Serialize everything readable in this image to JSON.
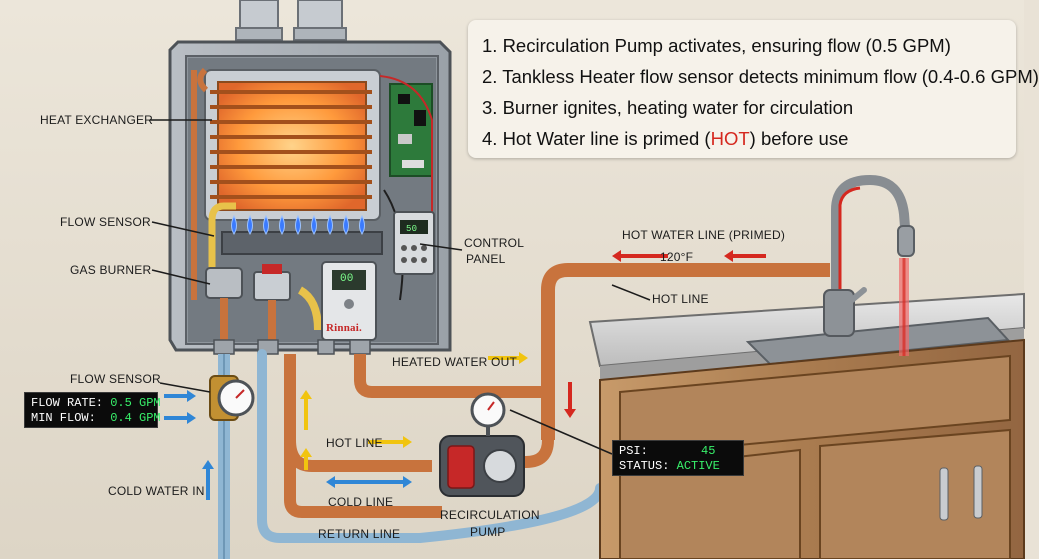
{
  "steps": [
    "1. Recirculation Pump activates, ensuring flow (0.5 GPM)",
    "2. Tankless Heater flow sensor detects minimum flow (0.4-0.6 GPM)",
    "3. Burner ignites, heating water for circulation",
    "4. Hot Water line is primed (",
    "HOT",
    ") before use"
  ],
  "labels": {
    "heat_exchanger": "HEAT EXCHANGER",
    "flow_sensor_inner": "FLOW SENSOR",
    "gas_burner": "GAS BURNER",
    "control_panel_1": "CONTROL",
    "control_panel_2": "PANEL",
    "flow_sensor_outer": "FLOW SENSOR",
    "cold_water_in": "COLD WATER IN",
    "hot_water_line": "HOT WATER LINE (PRIMED)",
    "temp": "120°F",
    "hot_line_top": "HOT LINE",
    "heated_water_out": "HEATED WATER OUT",
    "hot_line_lower": "HOT LINE",
    "cold_line": "COLD LINE",
    "return_line": "RETURN LINE",
    "pump_1": "RECIRCULATION",
    "pump_2": "PUMP",
    "brand": "Rinnai.",
    "display_panel": "50",
    "display_unit": "00"
  },
  "flow_readout": {
    "rate_label": "FLOW RATE:",
    "rate_value": "0.5 GPM",
    "min_label": "MIN FLOW:",
    "min_value": "0.4 GPM"
  },
  "pump_readout": {
    "psi_label": "PSI:",
    "psi_value": "45",
    "status_label": "STATUS:",
    "status_value": "ACTIVE"
  },
  "colors": {
    "hot_arrow": "#d5281f",
    "cold_arrow": "#2f86d6",
    "flow_arrow": "#f1c40f",
    "copper": "#c8733d",
    "readout_value": "#38f06a"
  }
}
